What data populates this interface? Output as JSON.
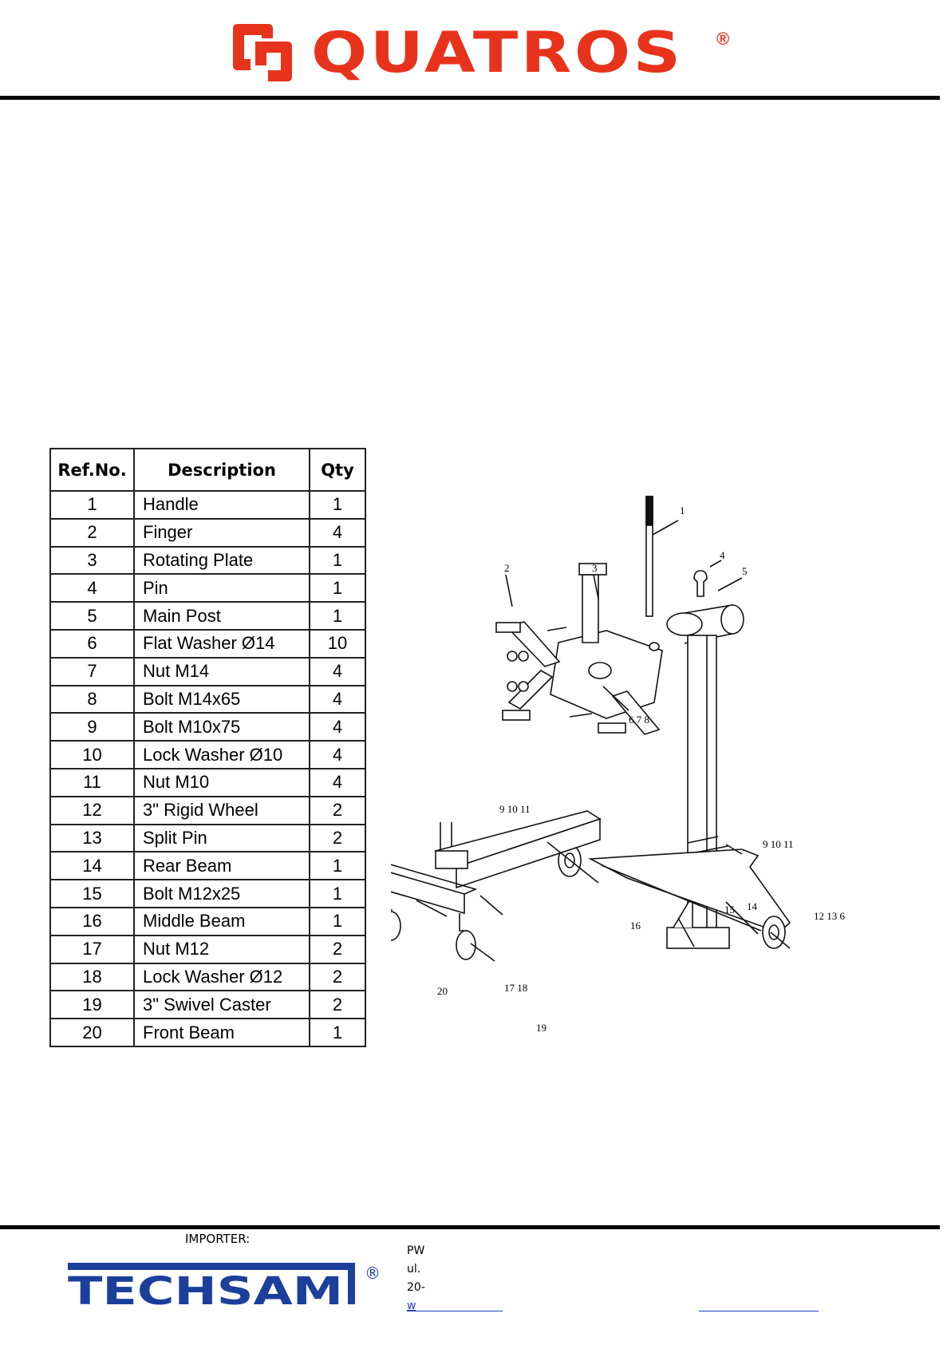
{
  "header": {
    "brand": "QUATROS",
    "registered": "®"
  },
  "parts_table": {
    "headers": [
      "Ref.No.",
      "Description",
      "Qty"
    ],
    "rows": [
      {
        "ref": "1",
        "desc": "Handle",
        "qty": "1"
      },
      {
        "ref": "2",
        "desc": "Finger",
        "qty": "4"
      },
      {
        "ref": "3",
        "desc": "Rotating Plate",
        "qty": "1"
      },
      {
        "ref": "4",
        "desc": "Pin",
        "qty": "1"
      },
      {
        "ref": "5",
        "desc": "Main Post",
        "qty": "1"
      },
      {
        "ref": "6",
        "desc": "Flat Washer Ø14",
        "qty": "10"
      },
      {
        "ref": "7",
        "desc": "Nut M14",
        "qty": "4"
      },
      {
        "ref": "8",
        "desc": "Bolt M14x65",
        "qty": "4"
      },
      {
        "ref": "9",
        "desc": "Bolt M10x75",
        "qty": "4"
      },
      {
        "ref": "10",
        "desc": "Lock Washer Ø10",
        "qty": "4"
      },
      {
        "ref": "11",
        "desc": "Nut M10",
        "qty": "4"
      },
      {
        "ref": "12",
        "desc": "3\" Rigid Wheel",
        "qty": "2"
      },
      {
        "ref": "13",
        "desc": "Split Pin",
        "qty": "2"
      },
      {
        "ref": "14",
        "desc": "Rear Beam",
        "qty": "1"
      },
      {
        "ref": "15",
        "desc": "Bolt M12x25",
        "qty": "1"
      },
      {
        "ref": "16",
        "desc": "Middle Beam",
        "qty": "1"
      },
      {
        "ref": "17",
        "desc": "Nut M12",
        "qty": "2"
      },
      {
        "ref": "18",
        "desc": "Lock Washer Ø12",
        "qty": "2"
      },
      {
        "ref": "19",
        "desc": "3\" Swivel Caster",
        "qty": "2"
      },
      {
        "ref": "20",
        "desc": "Front Beam",
        "qty": "1"
      }
    ]
  },
  "diagram_labels": {
    "l1": "1",
    "l2": "2",
    "l3": "3",
    "l4": "4",
    "l5": "5",
    "l678": "6  7  8",
    "l91011a": "9  10  11",
    "l91011b": "9  10  11",
    "l14": "14",
    "l15": "15",
    "l16": "16",
    "l1718": "17  18",
    "l19": "19",
    "l20": "20",
    "l12136": "12  13  6"
  },
  "footer": {
    "importer_label": "IMPORTER:",
    "company": "TECHSAM",
    "registered": "®",
    "address_lines": [
      "PW",
      "ul.",
      "20-",
      "w"
    ]
  },
  "colors": {
    "brand_red": "#e8331c",
    "techsam_blue": "#1d3f9c",
    "link_blue": "#1f3fbf"
  }
}
